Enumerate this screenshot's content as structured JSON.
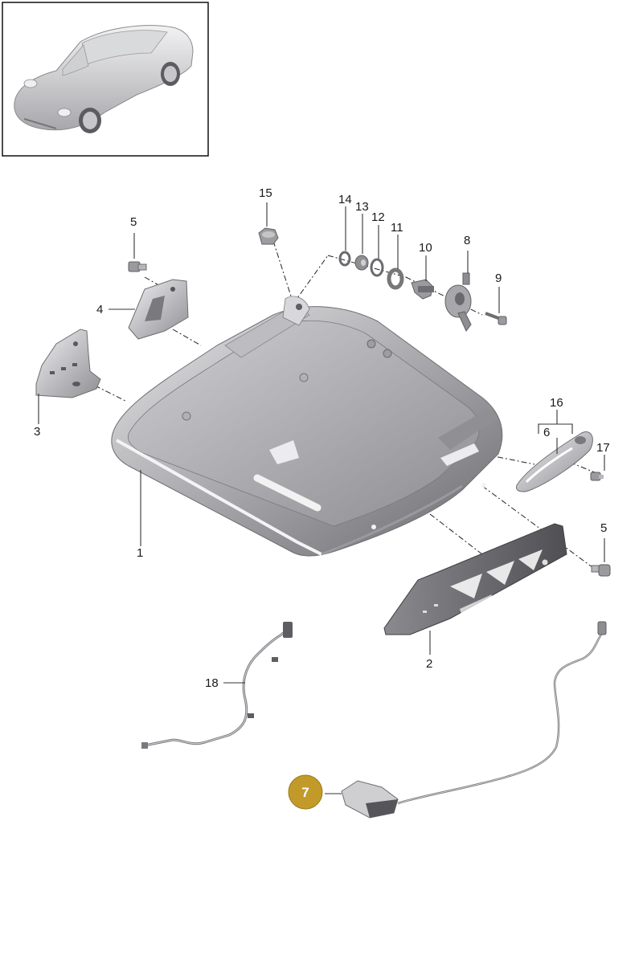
{
  "labels": {
    "p1": "1",
    "p2": "2",
    "p3": "3",
    "p4": "4",
    "p5a": "5",
    "p5b": "5",
    "p6": "6",
    "p8": "8",
    "p9": "9",
    "p10": "10",
    "p11": "11",
    "p12": "12",
    "p13": "13",
    "p14": "14",
    "p15": "15",
    "p16": "16",
    "p17": "17",
    "p18": "18"
  },
  "highlight": {
    "label": "7",
    "color": "#c29a2a"
  },
  "colors": {
    "part_fill": "#c9c9cb",
    "part_dark": "#6e6e72",
    "part_light": "#ececee",
    "cable": "#8a8a8e"
  }
}
